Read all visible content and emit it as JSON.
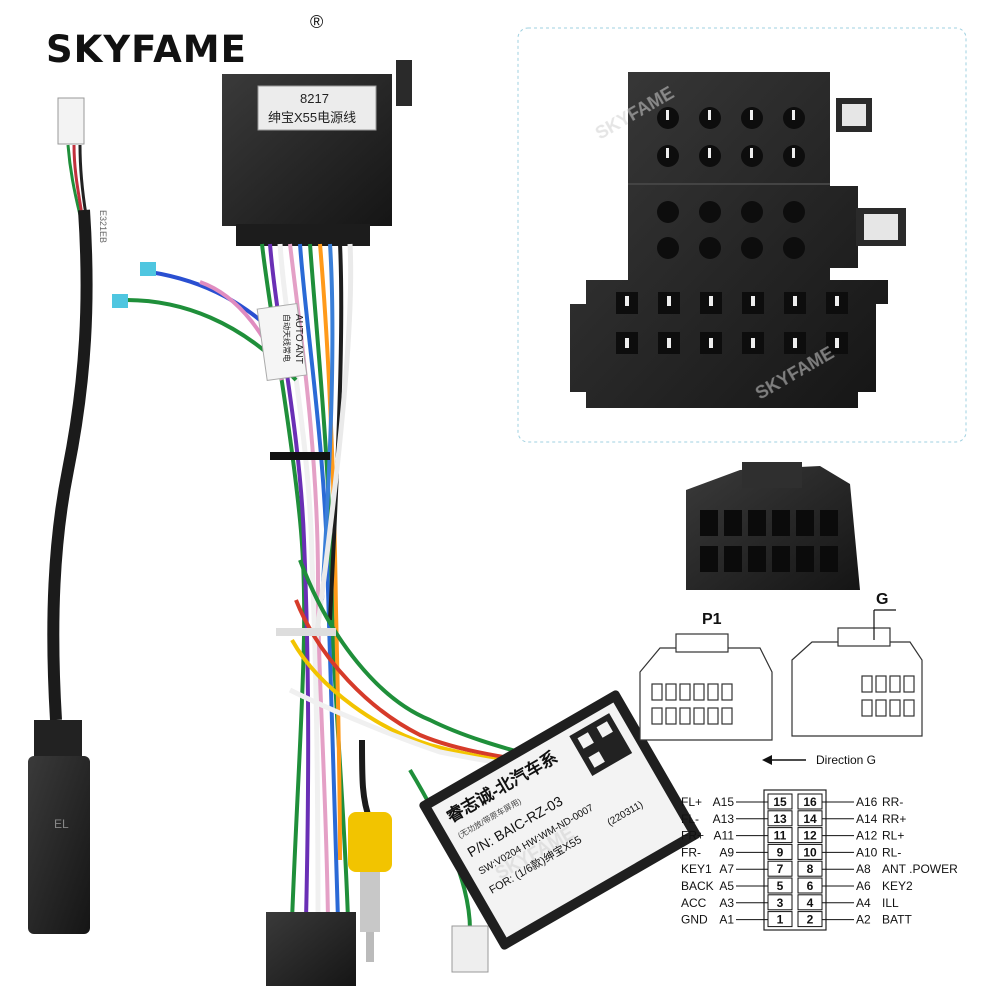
{
  "brand": {
    "name": "SKYFAME",
    "reg_mark": "®",
    "watermark": "SKYFAME"
  },
  "harness": {
    "connector_code": "8217",
    "connector_label": "绅宝X55电源线",
    "ant_tag_line1": "AUTO ANT",
    "ant_tag_line2": "自动天线常电",
    "cable_code": "E321EB",
    "side_connector_text": "EL"
  },
  "module": {
    "title": "睿志诚-北汽车系",
    "pn": "P/N: BAIC-RZ-03",
    "sw_hw": "SW:V0204  HW:WM-ND-0007",
    "for": "FOR: (1/6款)绅宝X55",
    "date": "(220311)",
    "note": "(无功放/带原车屏用)"
  },
  "colors": {
    "connector_black": "#2a2a2a",
    "wire_green": "#1f8f3a",
    "wire_purple": "#6a2fb5",
    "rca_yellow": "#f2c400"
  },
  "pinout": {
    "p1_label": "P1",
    "g_label": "G",
    "direction_label": "Direction G",
    "left_rows": [
      {
        "signal": "FL+",
        "pin": "A15",
        "box": "15"
      },
      {
        "signal": "FL-",
        "pin": "A13",
        "box": "13"
      },
      {
        "signal": "FR+",
        "pin": "A11",
        "box": "11"
      },
      {
        "signal": "FR-",
        "pin": "A9",
        "box": "9"
      },
      {
        "signal": "KEY1",
        "pin": "A7",
        "box": "7"
      },
      {
        "signal": "BACK",
        "pin": "A5",
        "box": "5"
      },
      {
        "signal": "ACC",
        "pin": "A3",
        "box": "3"
      },
      {
        "signal": "GND",
        "pin": "A1",
        "box": "1"
      }
    ],
    "right_rows": [
      {
        "box": "16",
        "pin": "A16",
        "signal": "RR-"
      },
      {
        "box": "14",
        "pin": "A14",
        "signal": "RR+"
      },
      {
        "box": "12",
        "pin": "A12",
        "signal": "RL+"
      },
      {
        "box": "10",
        "pin": "A10",
        "signal": "RL-"
      },
      {
        "box": "8",
        "pin": "A8",
        "signal": "ANT .POWER"
      },
      {
        "box": "6",
        "pin": "A6",
        "signal": "KEY2"
      },
      {
        "box": "4",
        "pin": "A4",
        "signal": "ILL"
      },
      {
        "box": "2",
        "pin": "A2",
        "signal": "BATT"
      }
    ]
  }
}
